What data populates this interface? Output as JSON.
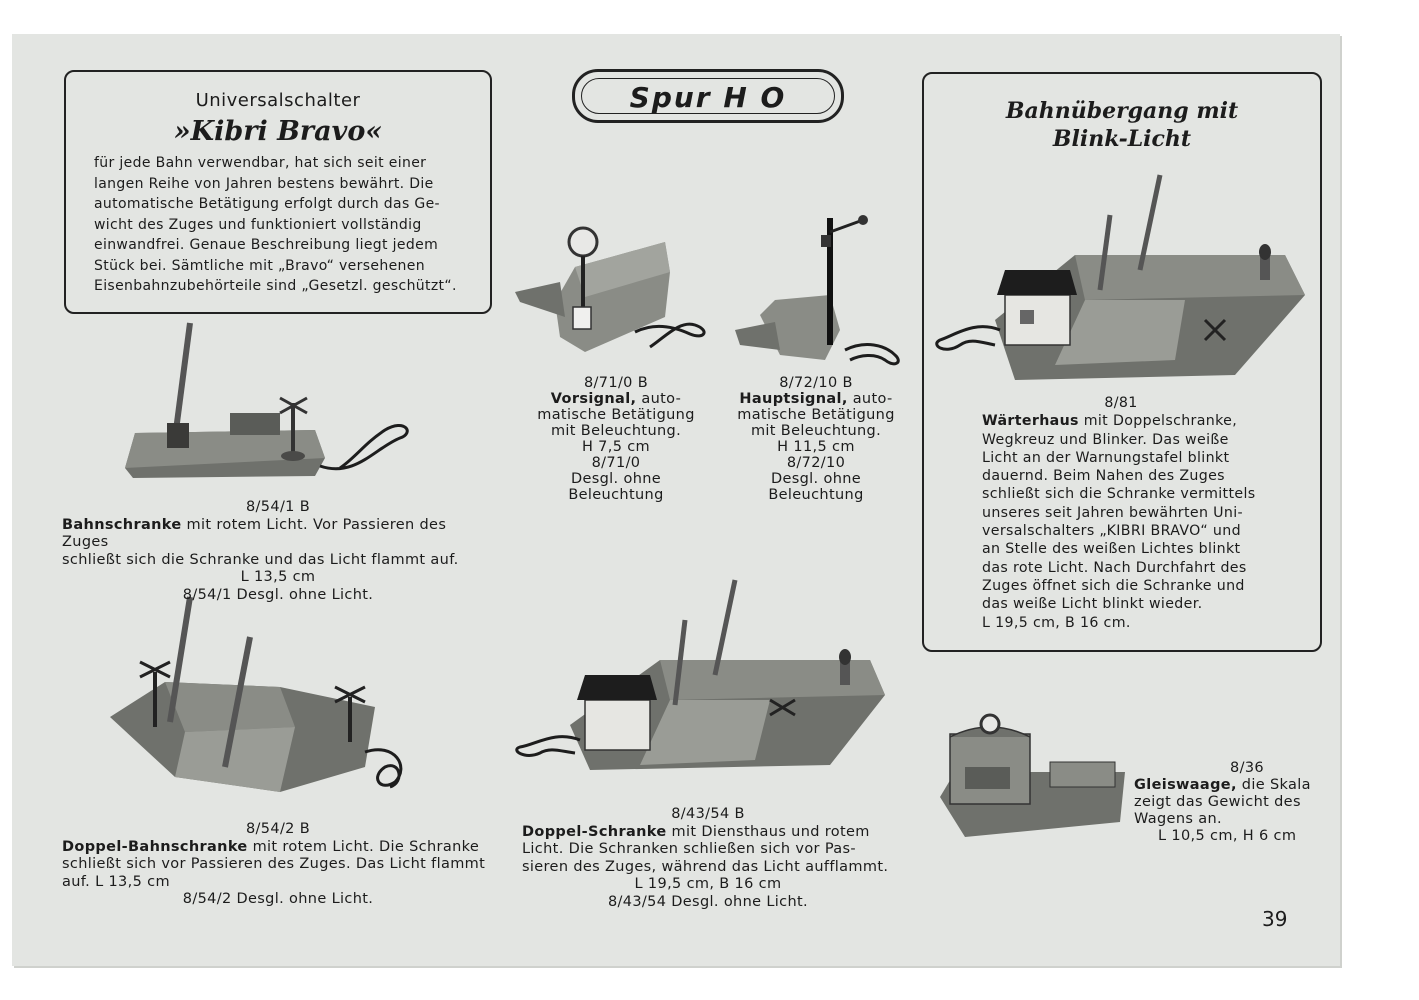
{
  "colors": {
    "paper": "#e3e5e2",
    "ink": "#1c1c1c",
    "plate": "#6f716c"
  },
  "header_badge": "Spur H O",
  "bravo_box": {
    "kicker": "Universalschalter",
    "title": "»Kibri Bravo«",
    "lines": [
      "für jede Bahn verwendbar, hat sich seit einer",
      "langen Reihe von Jahren bestens bewährt. Die",
      "automatische Betätigung erfolgt durch das Ge-",
      "wicht des Zuges und funktioniert vollständig",
      "einwandfrei. Genaue Beschreibung liegt jedem",
      "Stück bei. Sämtliche mit „Bravo“ versehenen",
      "Eisenbahnzubehörteile sind „Gesetzl. geschützt“."
    ]
  },
  "items": {
    "bahnschranke": {
      "number": "8/54/1 B",
      "name": "Bahnschranke",
      "desc_1": " mit rotem Licht. Vor Passieren des Zuges",
      "desc_2": "schließt sich die Schranke und das Licht flammt auf.",
      "size": "L 13,5 cm",
      "variant": "8/54/1 Desgl. ohne Licht."
    },
    "vorsignal": {
      "number": "8/71/0 B",
      "name": "Vorsignal,",
      "desc_1": " auto-",
      "desc_2": "matische Betätigung",
      "desc_3": "mit Beleuchtung.",
      "size": "H 7,5 cm",
      "variant_number": "8/71/0",
      "variant_1": "Desgl. ohne",
      "variant_2": "Beleuchtung"
    },
    "hauptsignal": {
      "number": "8/72/10 B",
      "name": "Hauptsignal,",
      "desc_1": " auto-",
      "desc_2": "matische Betätigung",
      "desc_3": "mit Beleuchtung.",
      "size": "H 11,5 cm",
      "variant_number": "8/72/10",
      "variant_1": "Desgl. ohne",
      "variant_2": "Beleuchtung"
    },
    "waerterhaus": {
      "title_1": "Bahnübergang mit",
      "title_2": "Blink-Licht",
      "number": "8/81",
      "name": "Wärterhaus",
      "desc_first": " mit Doppelschranke,",
      "lines": [
        "Wegkreuz und Blinker. Das weiße",
        "Licht an der Warnungstafel blinkt",
        "dauernd. Beim Nahen des Zuges",
        "schließt sich die Schranke vermittels",
        "unseres seit Jahren bewährten Uni-",
        "versalschalters „KIBRI BRAVO“ und",
        "an Stelle des weißen Lichtes blinkt",
        "das rote Licht. Nach Durchfahrt des",
        "Zuges öffnet sich die Schranke und",
        "das weiße Licht blinkt wieder."
      ],
      "size": "L 19,5 cm, B 16 cm."
    },
    "doppel_bahnschranke": {
      "number": "8/54/2 B",
      "name": "Doppel-Bahnschranke",
      "desc_1": " mit rotem Licht. Die Schranke",
      "desc_2": "schließt sich vor Passieren des Zuges. Das Licht flammt",
      "desc_3": "auf. L 13,5 cm",
      "variant": "8/54/2 Desgl. ohne Licht."
    },
    "doppel_schranke": {
      "number": "8/43/54 B",
      "name": "Doppel-Schranke",
      "desc_1": " mit Diensthaus und rotem",
      "desc_2": "Licht. Die Schranken schließen sich vor Pas-",
      "desc_3": "sieren des Zuges, während das Licht aufflammt.",
      "size": "L 19,5 cm, B 16 cm",
      "variant": "8/43/54 Desgl. ohne Licht."
    },
    "gleiswaage": {
      "number": "8/36",
      "name": "Gleiswaage,",
      "desc_1": " die Skala",
      "desc_2": "zeigt das Gewicht des",
      "desc_3": "Wagens an.",
      "size": "L 10,5 cm, H 6 cm"
    }
  },
  "page_number": "39"
}
